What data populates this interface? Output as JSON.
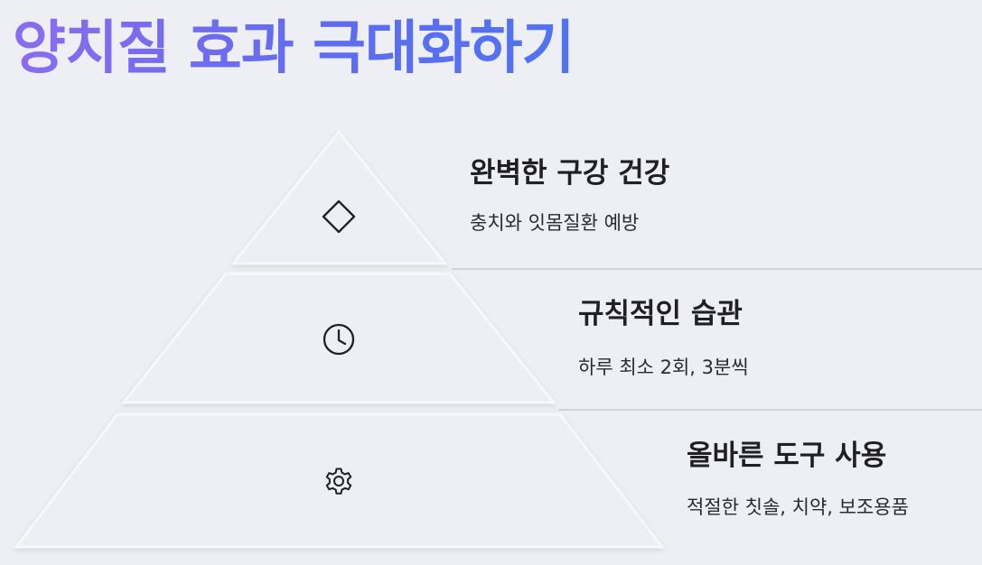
{
  "title": "양치질 효과 극대화하기",
  "levels": [
    {
      "heading": "완벽한 구강 건강",
      "description": "충치와 잇몸질환 예방",
      "icon": "diamond-icon"
    },
    {
      "heading": "규칙적인 습관",
      "description": "하루 최소 2회, 3분씩",
      "icon": "clock-icon"
    },
    {
      "heading": "올바른 도구 사용",
      "description": "적절한 칫솔, 치약, 보조용품",
      "icon": "gear-icon"
    }
  ],
  "colors": {
    "background": "#eeeff4",
    "title_gradient_start": "#8b6cf0",
    "title_gradient_end": "#4f73f2",
    "divider": "#c9cad2"
  }
}
